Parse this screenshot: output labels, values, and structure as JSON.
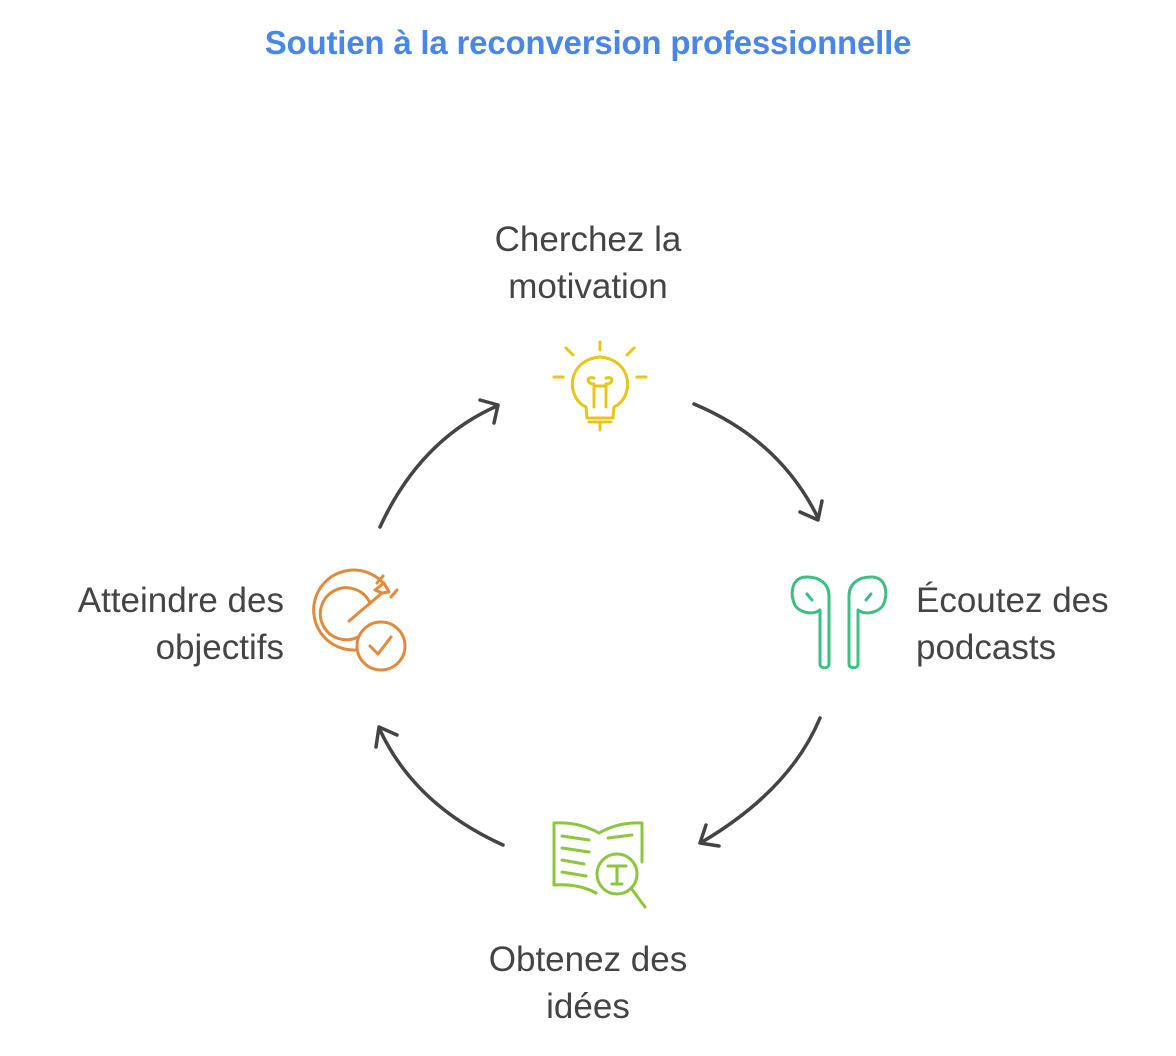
{
  "title": "Soutien à la reconversion professionnelle",
  "steps": [
    {
      "id": "motivation",
      "line1": "Cherchez la",
      "line2": "motivation",
      "icon": "lightbulb-icon",
      "color": "#e8c619"
    },
    {
      "id": "podcasts",
      "line1": "Écoutez des",
      "line2": "podcasts",
      "icon": "earbuds-icon",
      "color": "#3cbf82"
    },
    {
      "id": "ideas",
      "line1": "Obtenez des",
      "line2": "idées",
      "icon": "book-search-icon",
      "color": "#8cc63f"
    },
    {
      "id": "goals",
      "line1": "Atteindre des",
      "line2": "objectifs",
      "icon": "target-check-icon",
      "color": "#e08a3c"
    }
  ],
  "arrow_color": "#444444"
}
